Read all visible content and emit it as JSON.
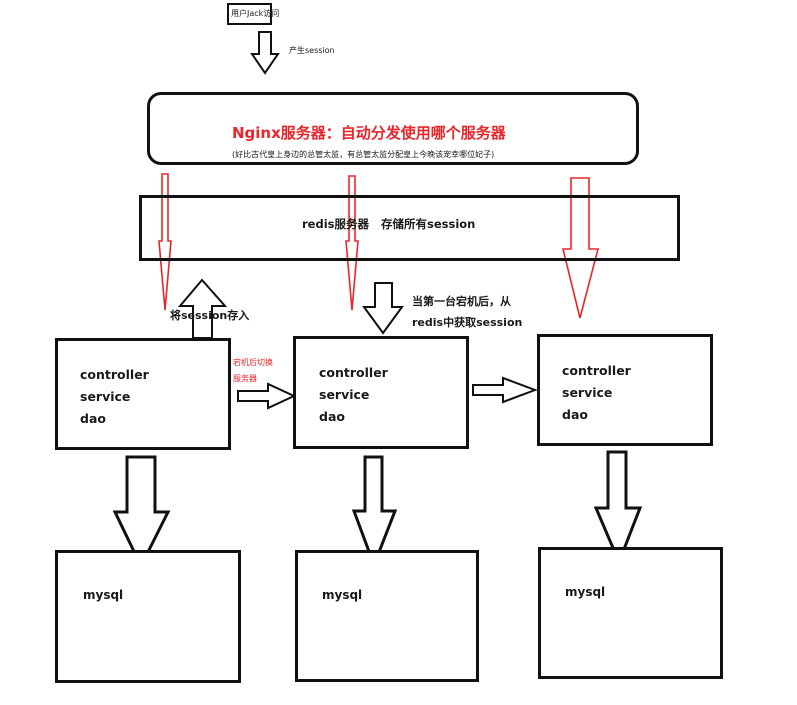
{
  "user_box": {
    "label": "用户Jack访问"
  },
  "user_arrow_label": "产生session",
  "nginx": {
    "title": "Nginx服务器：自动分发使用哪个服务器",
    "subtitle": "(好比古代皇上身边的总管太监，有总管太监分配皇上今晚该宠幸哪位妃子)",
    "title_color": "#e8262b"
  },
  "redis": {
    "label": "redis服务器   存储所有session"
  },
  "annotations": {
    "store_session": "将session存入",
    "fetch_session_line1": "当第一台宕机后，从",
    "fetch_session_line2": "redis中获取session",
    "failover_line1": "宕机后切换",
    "failover_line2": "服务器",
    "failover_color": "#e8262b"
  },
  "servers": [
    {
      "layers": [
        "controller",
        "service",
        "dao"
      ],
      "db": "mysql"
    },
    {
      "layers": [
        "controller",
        "service",
        "dao"
      ],
      "db": "mysql"
    },
    {
      "layers": [
        "controller",
        "service",
        "dao"
      ],
      "db": "mysql"
    }
  ],
  "colors": {
    "red_arrow": "#e8262b",
    "stroke": "#111111"
  }
}
